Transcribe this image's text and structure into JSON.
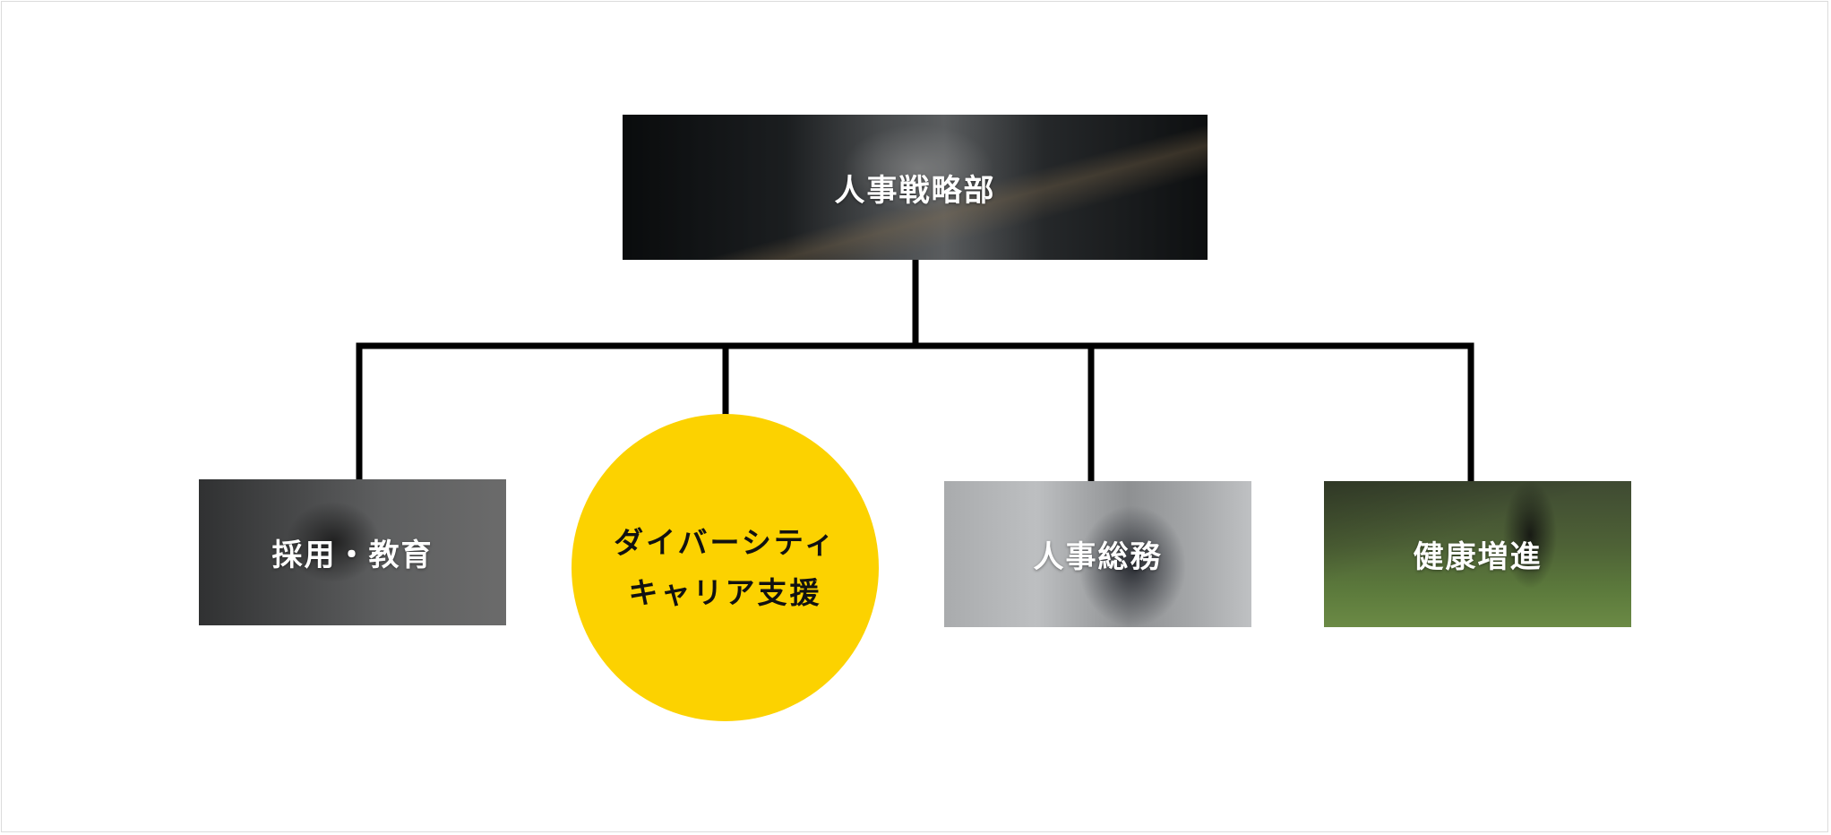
{
  "chart": {
    "root": {
      "label": "人事戦略部"
    },
    "children": [
      {
        "label": "採用・教育"
      },
      {
        "label_line1": "ダイバーシティ",
        "label_line2": "キャリア支援"
      },
      {
        "label": "人事総務"
      },
      {
        "label": "健康増進"
      }
    ]
  },
  "colors": {
    "highlight": "#fcd200",
    "connector": "#000000",
    "background": "#ffffff"
  }
}
